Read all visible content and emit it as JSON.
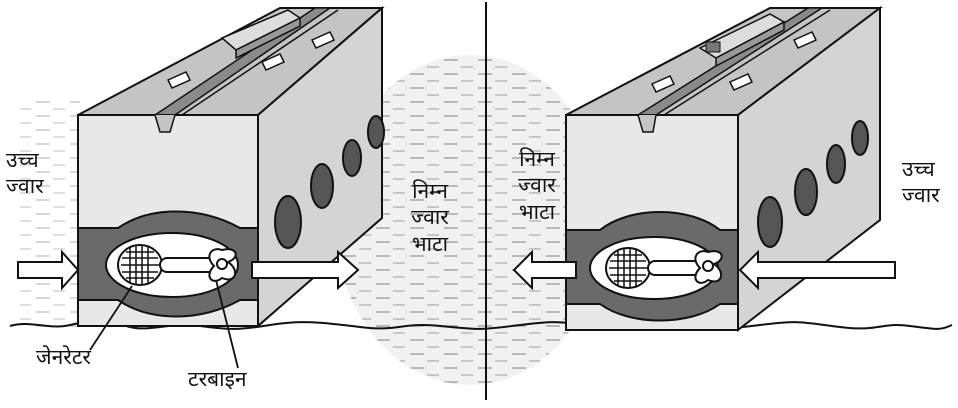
{
  "labels": {
    "left_high_tide": [
      "उच्च",
      "ज्वार"
    ],
    "left_low_tide": [
      "निम्न",
      "ज्वार",
      "भाटा"
    ],
    "right_low_tide": [
      "निम्न",
      "ज्वार",
      "भाटा"
    ],
    "right_high_tide": [
      "उच्च",
      "ज्वार"
    ],
    "generator": "जेनरेटर",
    "turbine": "टरबाइन"
  },
  "colors": {
    "block_face": "#e8e8e8",
    "block_top": "#c4c4c4",
    "block_side": "#9a9a9a",
    "water_channel": "#6a6a6a",
    "sluice_hole": "#555555",
    "arrow_fill": "#ffffff",
    "outline": "#111111"
  },
  "icons": {
    "generator": "generator-icon",
    "turbine": "turbine-icon",
    "boat": "boat-icon",
    "flow_arrow": "arrow-icon"
  }
}
